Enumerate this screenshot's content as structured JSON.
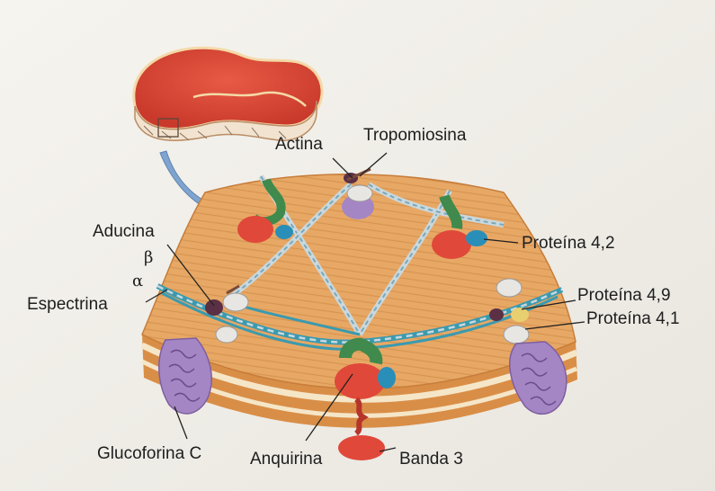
{
  "labels": {
    "actina": "Actina",
    "tropomiosina": "Tropomiosina",
    "aducina": "Aducina",
    "beta": "β",
    "alpha": "α",
    "espectrina": "Espectrina",
    "proteina_4_2": "Proteína 4,2",
    "proteina_4_9": "Proteína 4,9",
    "proteina_4_1": "Proteína 4,1",
    "glucoforina_c": "Glucoforina C",
    "anquirina": "Anquirina",
    "banda_3": "Banda 3"
  },
  "colors": {
    "background": "#f3f1ec",
    "membrane": "#e8a865",
    "membrane_side": "#d98e47",
    "cell_red": "#e0483a",
    "anchor_green": "#3f8a4c",
    "blue_protein": "#2a8fb8",
    "glycophorin_purple": "#a586c4",
    "spectrin_teal": "#3a9ab0",
    "spectrin_light": "#c9d8de"
  }
}
